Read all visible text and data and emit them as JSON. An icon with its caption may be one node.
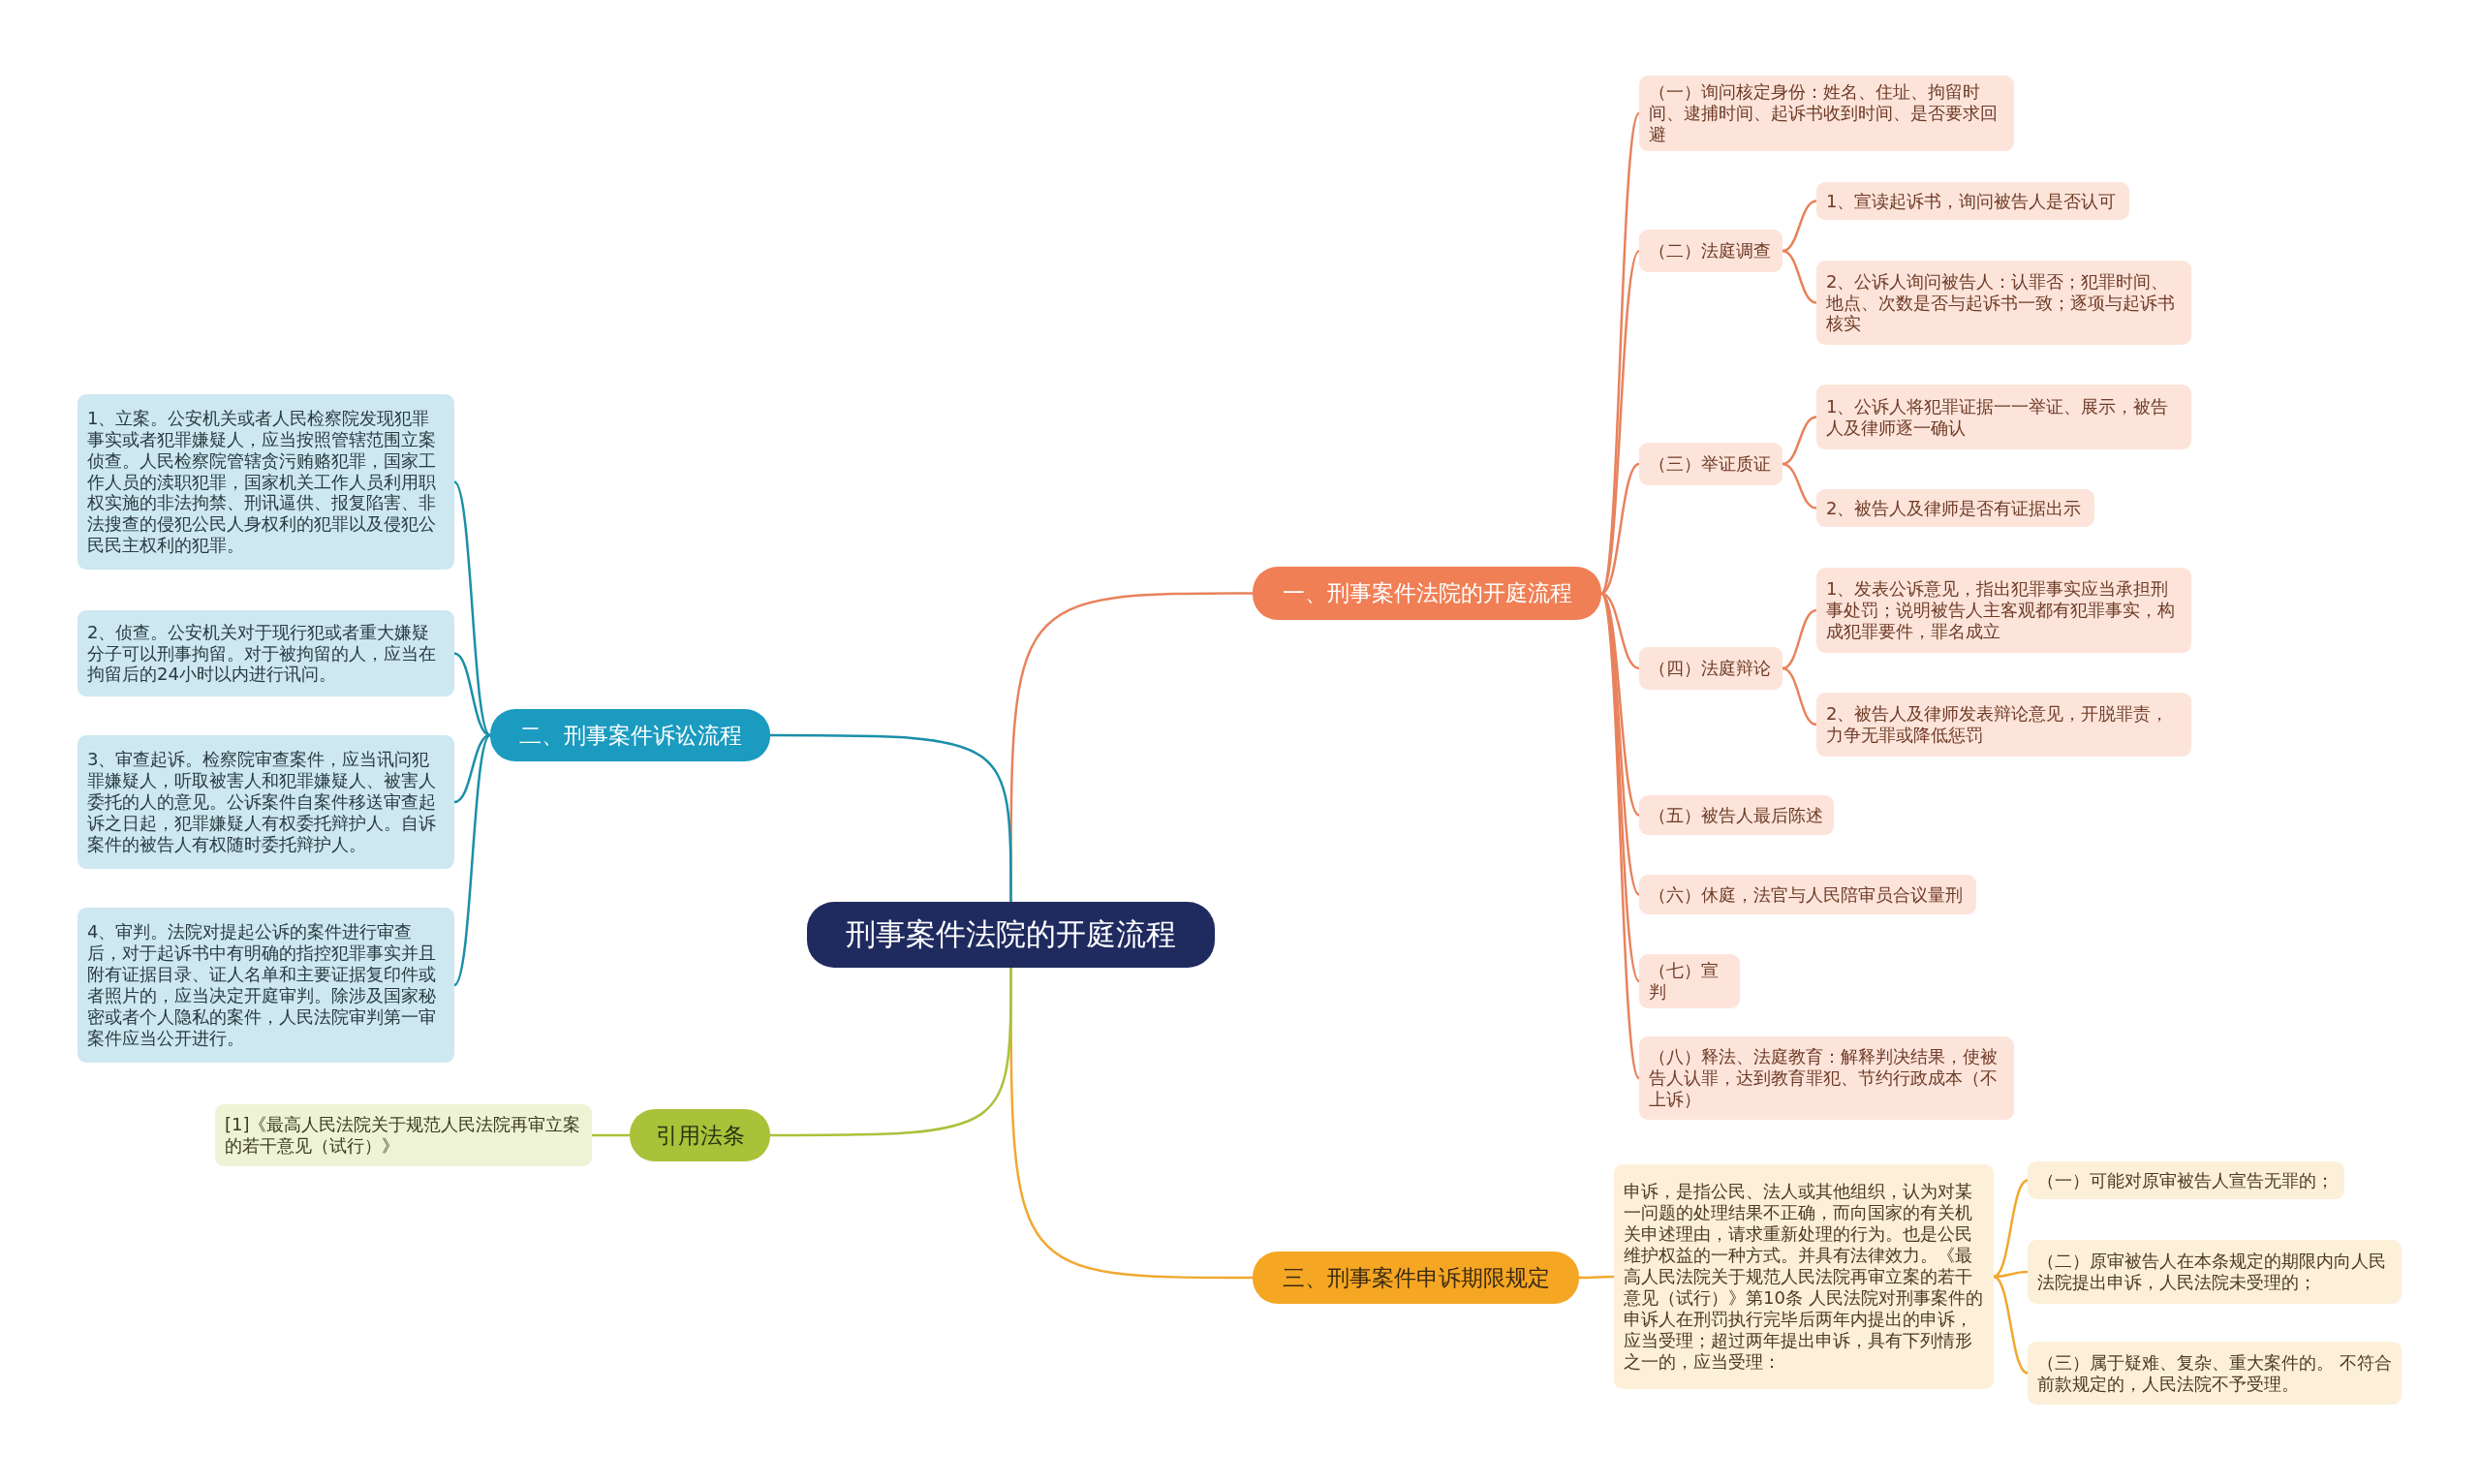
{
  "diagram": {
    "nodes": [
      {
        "text": [
          "刑事案件法院的开庭流程"
        ]
      },
      {
        "text": [
          "一、刑事案件法院的开庭流程"
        ]
      },
      {
        "text": [
          "（一）询问核定身份：姓名、住址、拘留时间、逮捕时间、起诉书收到时间、是否要求回避"
        ]
      },
      {
        "text": [
          "（二）法庭调查"
        ]
      },
      {
        "text": [
          "1、宣读起诉书，询问被告人是否认可"
        ]
      },
      {
        "text": [
          "2、公诉人询问被告人：认罪否；犯罪时间、地点、次数是否与起诉书一致；逐项与起诉书核实"
        ]
      },
      {
        "text": [
          "（三）举证质证"
        ]
      },
      {
        "text": [
          "1、公诉人将犯罪证据一一举证、展示，被告人及律师逐一确认"
        ]
      },
      {
        "text": [
          "2、被告人及律师是否有证据出示"
        ]
      },
      {
        "text": [
          "（四）法庭辩论"
        ]
      },
      {
        "text": [
          "1、发表公诉意见，指出犯罪事实应当承担刑事处罚；说明被告人主客观都有犯罪事实，构成犯罪要件，罪名成立"
        ]
      },
      {
        "text": [
          "2、被告人及律师发表辩论意见，开脱罪责，力争无罪或降低惩罚"
        ]
      },
      {
        "text": [
          "（五）被告人最后陈述"
        ]
      },
      {
        "text": [
          "（六）休庭，法官与人民陪审员合议量刑"
        ]
      },
      {
        "text": [
          "（七）宣判"
        ]
      },
      {
        "text": [
          "（八）释法、法庭教育：解释判决结果，使被告人认罪，达到教育罪犯、节约行政成本（不上诉）"
        ]
      },
      {
        "text": [
          "三、刑事案件申诉期限规定"
        ]
      },
      {
        "text": [
          "申诉，是指公民、法人或其他组织，认为对某一问题的处理结果不正确，而向国家的有关机关申述理由，请求重新处理的行为。也是公民维护权益的一种方式。并具有法律效力。《最高人民法院关于规范人民法院再审立案的若干意见（试行）》第10条 人民法院对刑事案件的申诉人在刑罚执行完毕后两年内提出的申诉，应当受理；超过两年提出申诉，具有下列情形之一的，应当受理："
        ]
      },
      {
        "text": [
          "（一）可能对原审被告人宣告无罪的；"
        ]
      },
      {
        "text": [
          "（二）原审被告人在本条规定的期限内向人民法院提出申诉，人民法院未受理的；"
        ]
      },
      {
        "text": [
          "（三）属于疑难、复杂、重大案件的。 不符合前款规定的，人民法院不予受理。"
        ]
      },
      {
        "text": [
          "二、刑事案件诉讼流程"
        ]
      },
      {
        "text": [
          "1、立案。公安机关或者人民检察院发现犯罪事实或者犯罪嫌疑人，应当按照管辖范围立案侦查。人民检察院管辖贪污贿赂犯罪，国家工作人员的渎职犯罪，国家机关工作人员利用职权实施的非法拘禁、刑讯逼供、报复陷害、非法搜查的侵犯公民人身权利的犯罪以及侵犯公民民主权利的犯罪。"
        ]
      },
      {
        "text": [
          "2、侦查。公安机关对于现行犯或者重大嫌疑分子可以刑事拘留。对于被拘留的人，应当在拘留后的24小时以内进行讯问。"
        ]
      },
      {
        "text": [
          "3、审查起诉。检察院审查案件，应当讯问犯罪嫌疑人，听取被害人和犯罪嫌疑人、被害人委托的人的意见。公诉案件自案件移送审查起诉之日起，犯罪嫌疑人有权委托辩护人。自诉案件的被告人有权随时委托辩护人。"
        ]
      },
      {
        "text": [
          "4、审判。法院对提起公诉的案件进行审查后，对于起诉书中有明确的指控犯罪事实并且附有证据目录、证人名单和主要证据复印件或者照片的，应当决定开庭审判。除涉及国家秘密或者个人隐私的案件，人民法院审判第一审案件应当公开进行。"
        ]
      },
      {
        "text": [
          "引用法条"
        ]
      },
      {
        "text": [
          "[1]《最高人民法院关于规范人民法院再审立案的若干意见（试行）》"
        ]
      }
    ],
    "edges": [
      {
        "from": 0,
        "to": 1,
        "arrow": "none"
      },
      {
        "from": 1,
        "to": 2,
        "arrow": "none"
      },
      {
        "from": 1,
        "to": 3,
        "arrow": "none"
      },
      {
        "from": 3,
        "to": 4,
        "arrow": "none"
      },
      {
        "from": 3,
        "to": 5,
        "arrow": "none"
      },
      {
        "from": 1,
        "to": 6,
        "arrow": "none"
      },
      {
        "from": 6,
        "to": 7,
        "arrow": "none"
      },
      {
        "from": 6,
        "to": 8,
        "arrow": "none"
      },
      {
        "from": 1,
        "to": 9,
        "arrow": "none"
      },
      {
        "from": 9,
        "to": 10,
        "arrow": "none"
      },
      {
        "from": 9,
        "to": 11,
        "arrow": "none"
      },
      {
        "from": 1,
        "to": 12,
        "arrow": "none"
      },
      {
        "from": 1,
        "to": 13,
        "arrow": "none"
      },
      {
        "from": 1,
        "to": 14,
        "arrow": "none"
      },
      {
        "from": 1,
        "to": 15,
        "arrow": "none"
      },
      {
        "from": 0,
        "to": 16,
        "arrow": "none",
        "color": "#f0a830"
      },
      {
        "from": 16,
        "to": 17,
        "arrow": "none",
        "color": "#f0a830"
      },
      {
        "from": 17,
        "to": 18,
        "arrow": "none",
        "color": "#f0a830"
      },
      {
        "from": 17,
        "to": 19,
        "arrow": "none",
        "color": "#f0a830"
      },
      {
        "from": 17,
        "to": 20,
        "arrow": "none",
        "color": "#f0a830"
      },
      {
        "from": 0,
        "to": 21,
        "arrow": "none",
        "color": "#1a8fa8"
      },
      {
        "from": 21,
        "to": 22,
        "arrow": "none",
        "color": "#1a8fa8"
      },
      {
        "from": 21,
        "to": 23,
        "arrow": "none",
        "color": "#1a8fa8"
      },
      {
        "from": 21,
        "to": 24,
        "arrow": "none",
        "color": "#1a8fa8"
      },
      {
        "from": 21,
        "to": 25,
        "arrow": "none",
        "color": "#1a8fa8"
      },
      {
        "from": 0,
        "to": 26,
        "arrow": "none",
        "color": "#a9c23a"
      },
      {
        "from": 26,
        "to": 27,
        "arrow": "none",
        "color": "#a9c23a"
      }
    ]
  }
}
